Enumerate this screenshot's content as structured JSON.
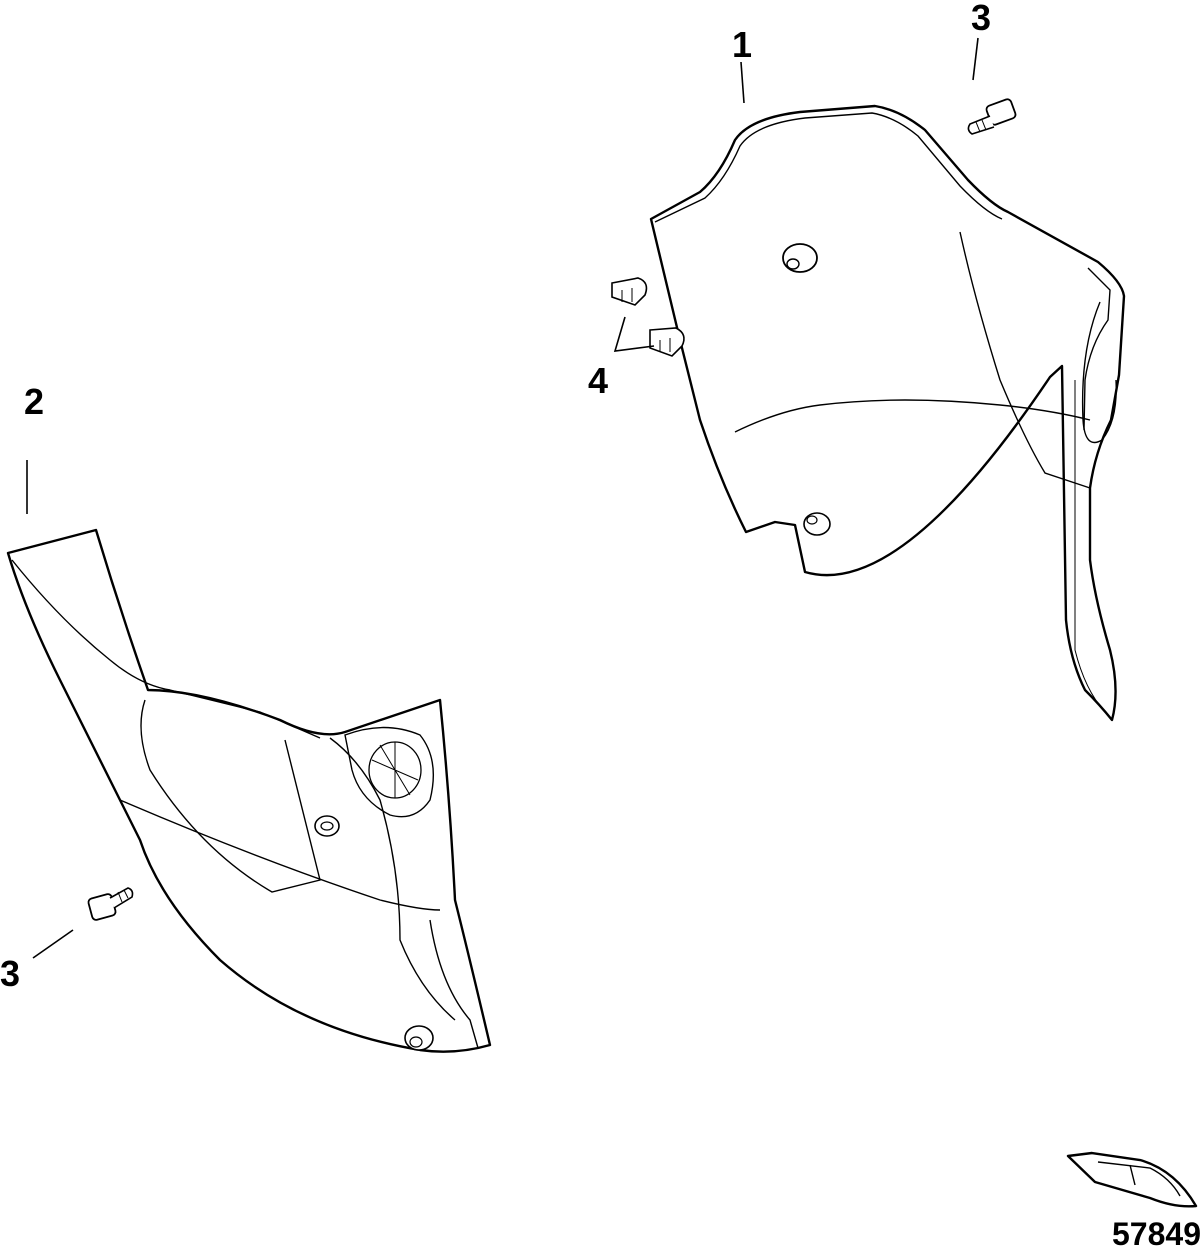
{
  "diagram": {
    "callouts": {
      "c1": "1",
      "c2": "2",
      "c3_top": "3",
      "c3_bottom": "3",
      "c4": "4"
    },
    "figure_number": "57849"
  }
}
